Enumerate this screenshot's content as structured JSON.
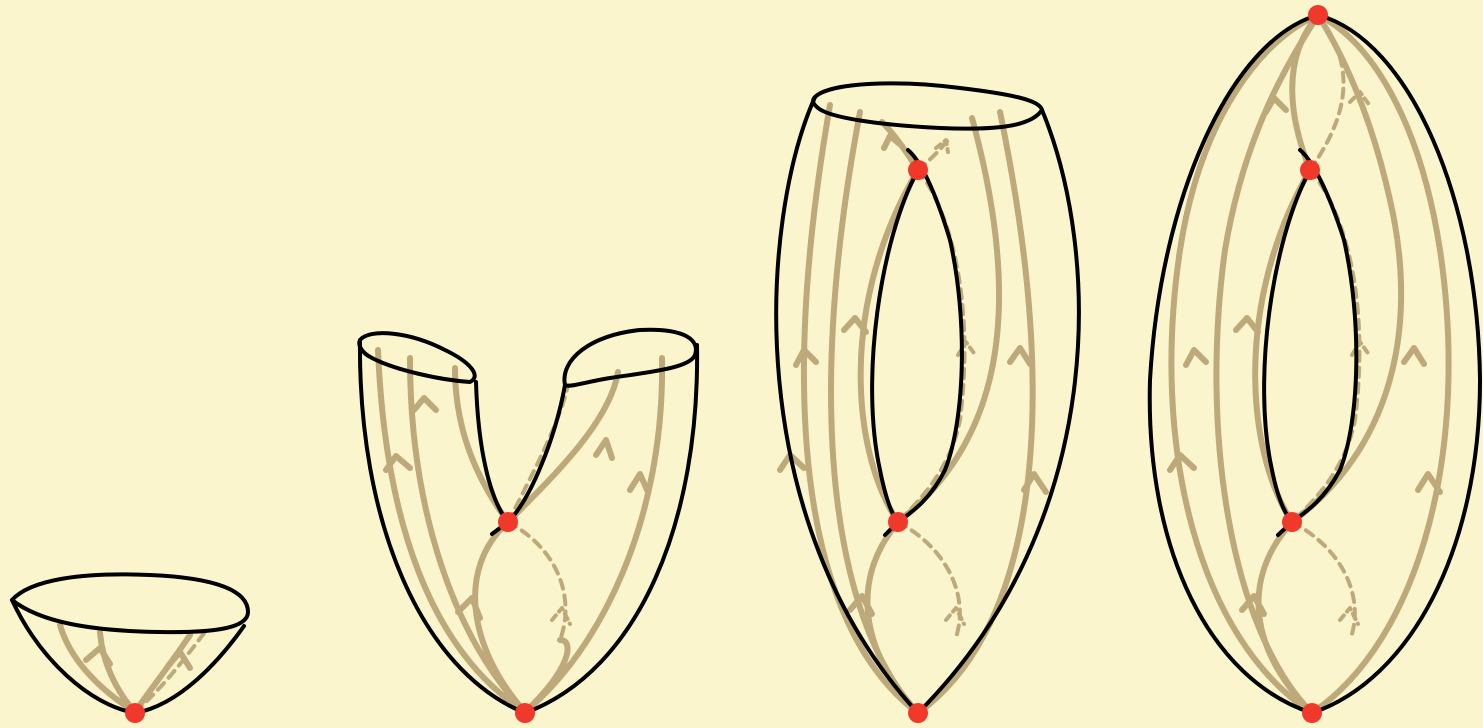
{
  "colors": {
    "background": "#FBF5CE",
    "outline": "#000000",
    "flow_line": "#BDA97A",
    "critical_point": "#F0392A"
  },
  "figures": [
    {
      "name": "disk",
      "critical_points": 1
    },
    {
      "name": "pair-of-pants",
      "critical_points": 2
    },
    {
      "name": "torus-with-boundary",
      "critical_points": 3
    },
    {
      "name": "closed-torus",
      "critical_points": 4
    }
  ]
}
